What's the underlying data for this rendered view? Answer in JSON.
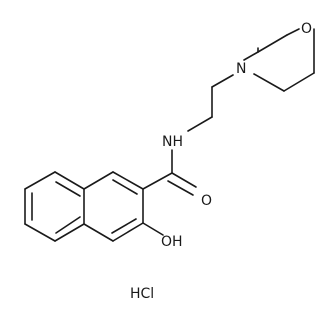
{
  "structure": {
    "atom_labels": {
      "morpholine_oxygen": "O",
      "morpholine_nitrogen": "N",
      "amide_nh": "NH",
      "carbonyl_oxygen": "O",
      "hydroxyl": "OH"
    },
    "salt_label": "HCl"
  }
}
